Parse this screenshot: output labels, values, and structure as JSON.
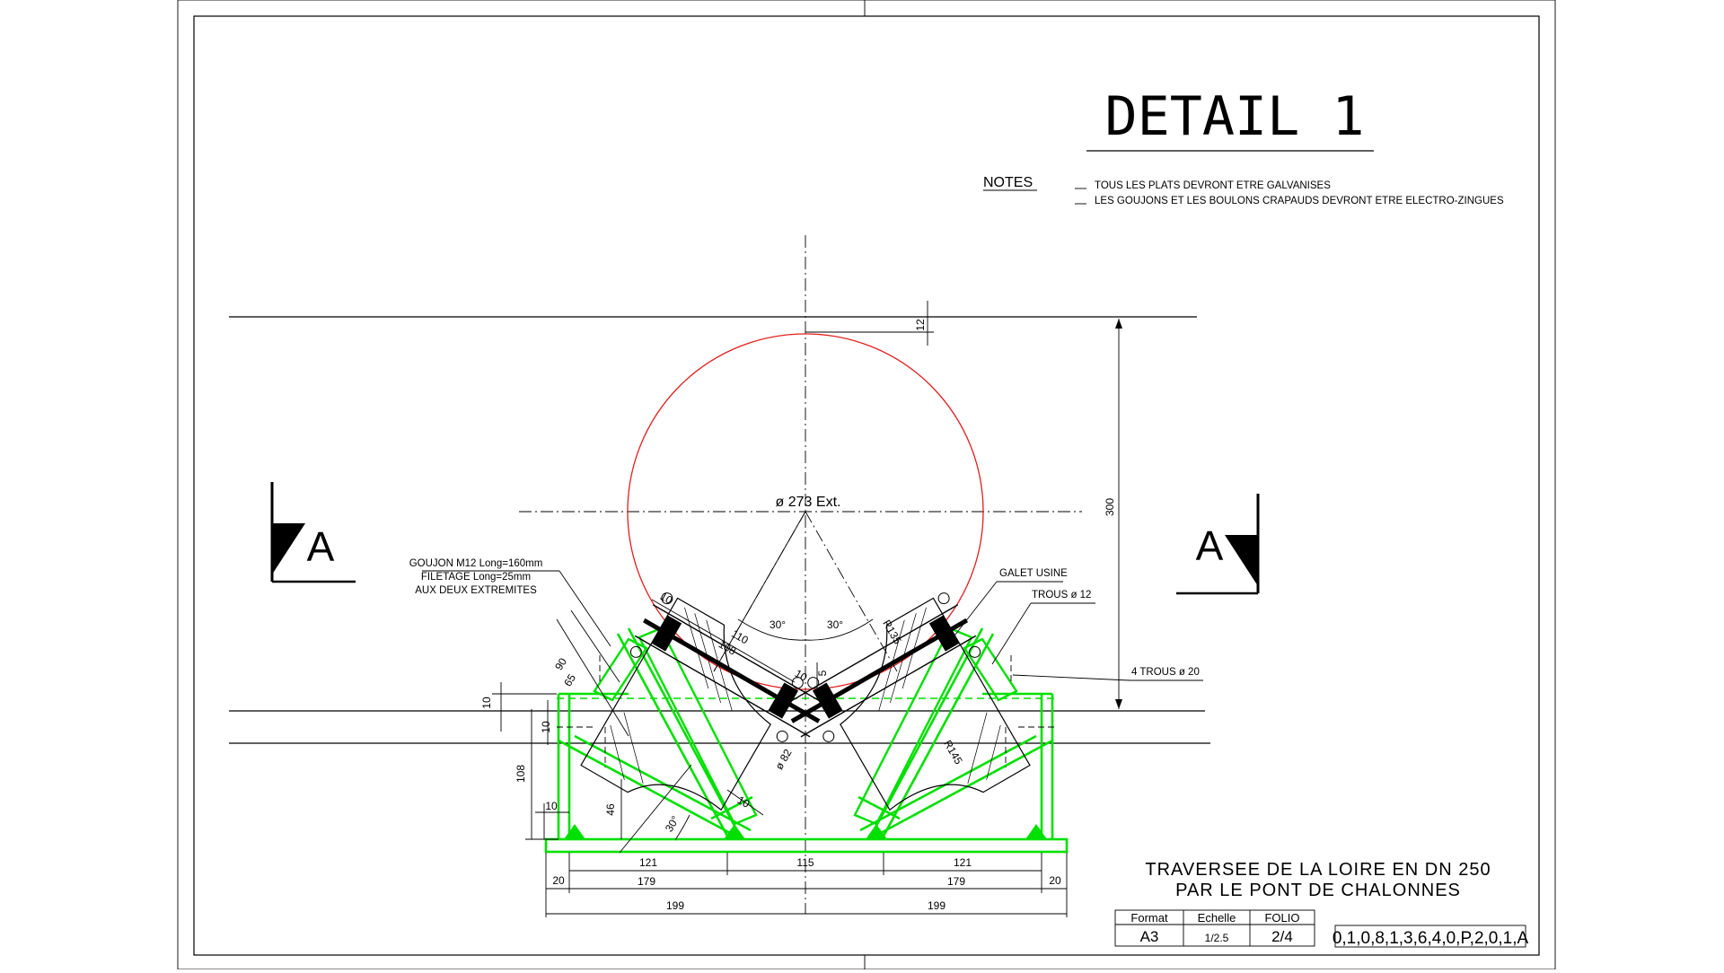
{
  "title": "DETAIL 1",
  "notes": {
    "heading": "NOTES",
    "items": [
      "TOUS LES PLATS DEVRONT ETRE GALVANISES",
      "LES GOUJONS ET LES BOULONS CRAPAUDS DEVRONT ETRE ELECTRO-ZINGUES"
    ]
  },
  "section_marker": "A",
  "pipe": {
    "label": "ø 273 Ext.",
    "color": "#e02020"
  },
  "colors": {
    "support_frame": "#00e000",
    "lines": "#000000"
  },
  "callouts": {
    "goujon": [
      "GOUJON M12 Long=160mm",
      "FILETAGE Long=25mm",
      "AUX DEUX EXTREMITES"
    ],
    "galet": "GALET USINE",
    "trous": "TROUS ø 12",
    "quatre_trous": "4 TROUS ø 20"
  },
  "dimensions": {
    "top_gap": "12",
    "height_total": "300",
    "angle_left": "30°",
    "angle_right": "30°",
    "r135": "R135",
    "r145": "R145",
    "d10_a": "10",
    "d108_roller": "108",
    "d110": "110",
    "d10_b": "10",
    "d5": "5",
    "d90": "90",
    "d65": "65",
    "d10_c": "10",
    "d10_d": "10",
    "d108_side": "108",
    "d10_e": "10",
    "d46": "46",
    "angle_base": "30°",
    "d10_f": "10",
    "d82": "ø 82",
    "b121_l": "121",
    "b115": "115",
    "b121_r": "121",
    "b20_l": "20",
    "b179_l": "179",
    "b179_r": "179",
    "b20_r": "20",
    "b199_l": "199",
    "b199_r": "199"
  },
  "title_block": {
    "project_line1": "TRAVERSEE DE LA LOIRE EN DN 250",
    "project_line2": "PAR LE PONT DE CHALONNES",
    "format_label": "Format",
    "format_value": "A3",
    "scale_label": "Echelle",
    "scale_value": "1/2.5",
    "folio_label": "FOLIO",
    "folio_value": "2/4",
    "drawing_number": "0,1,0,8,1,3,6,4,0,P,2,0,1,A"
  }
}
